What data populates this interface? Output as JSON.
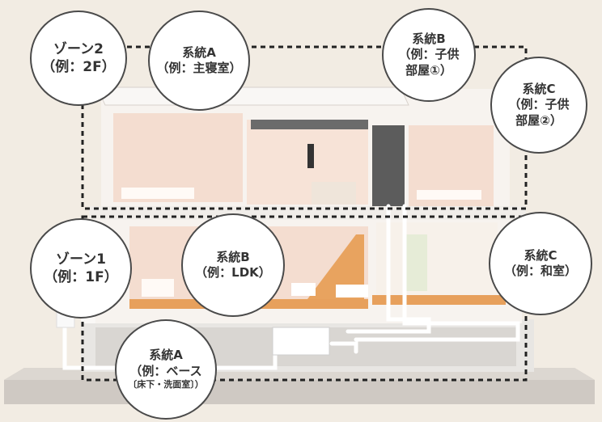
{
  "zones": [
    {
      "label": "ゾーン2",
      "example": "（例：2F）"
    },
    {
      "label": "ゾーン1",
      "example": "（例：1F）"
    }
  ],
  "systems": {
    "a_upper": {
      "label": "系統A",
      "example": "（例：主寝室）"
    },
    "b_upper": {
      "label": "系統B",
      "example_line1": "（例：子供",
      "example_line2": "部屋①）"
    },
    "c_upper": {
      "label": "系統C",
      "example_line1": "（例：子供",
      "example_line2": "部屋②）"
    },
    "b_lower": {
      "label": "系統B",
      "example": "（例：LDK）"
    },
    "c_lower": {
      "label": "系統C",
      "example": "（例：和室）"
    },
    "a_lower": {
      "label": "系統A",
      "example": "（例：ベース",
      "note": "〔床下・洗面室〕）"
    }
  },
  "colors": {
    "background": "#f2ece3",
    "interior": "#f4ddd0",
    "floor": "#e7a05c",
    "dashed": "#222222",
    "duct": "#ffffff"
  }
}
